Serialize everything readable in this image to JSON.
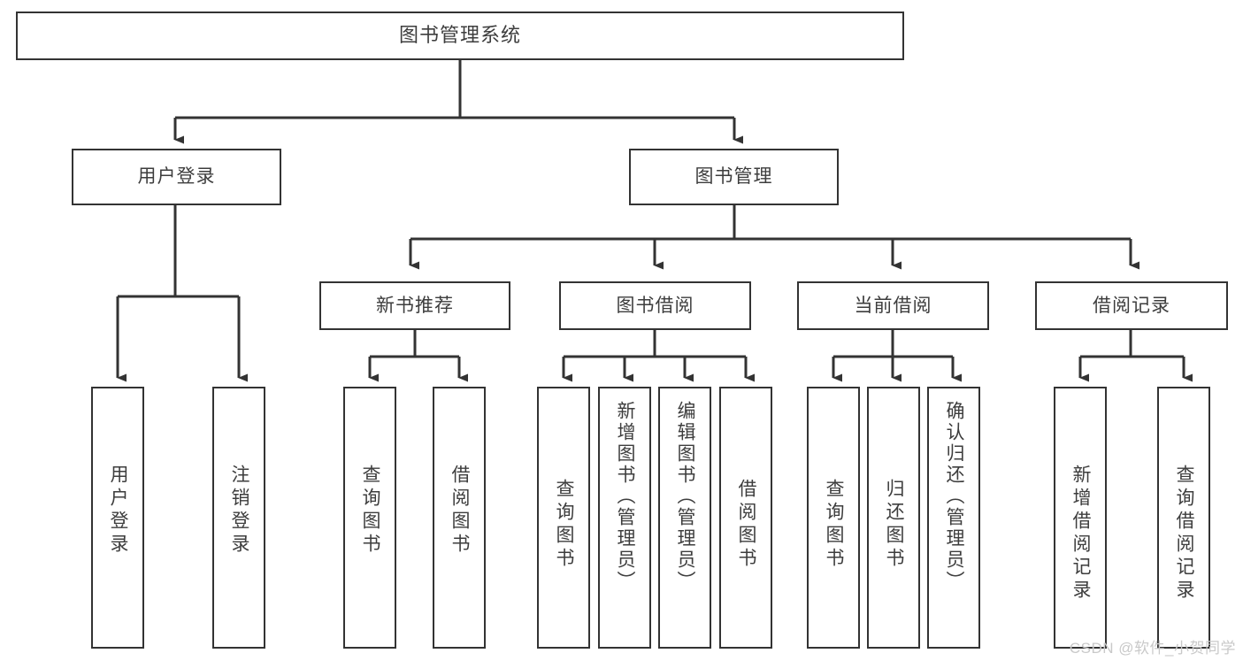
{
  "diagram": {
    "title": "图书管理系统",
    "type": "tree",
    "accent_color": "#333333",
    "box_fill": "#ffffff",
    "text_color": "#3d3d3d",
    "watermark": "CSDN @软件_小贺同学",
    "nodes": {
      "root": {
        "label": "图书管理系统"
      },
      "level2": [
        {
          "label": "用户登录"
        },
        {
          "label": "图书管理"
        }
      ],
      "level3": [
        {
          "label": "新书推荐"
        },
        {
          "label": "图书借阅"
        },
        {
          "label": "当前借阅"
        },
        {
          "label": "借阅记录"
        }
      ],
      "leaves": {
        "user_login": [
          {
            "label": "用户登录"
          },
          {
            "label": "注销登录"
          }
        ],
        "new_book": [
          {
            "label": "查询图书"
          },
          {
            "label": "借阅图书"
          }
        ],
        "borrow": [
          {
            "label": "查询图书"
          },
          {
            "label": "新增图书（管理员）"
          },
          {
            "label": "编辑图书（管理员）"
          },
          {
            "label": "借阅图书"
          }
        ],
        "current": [
          {
            "label": "查询图书"
          },
          {
            "label": "归还图书"
          },
          {
            "label": "确认归还（管理员）"
          }
        ],
        "records": [
          {
            "label": "新增借阅记录"
          },
          {
            "label": "查询借阅记录"
          }
        ]
      }
    }
  }
}
